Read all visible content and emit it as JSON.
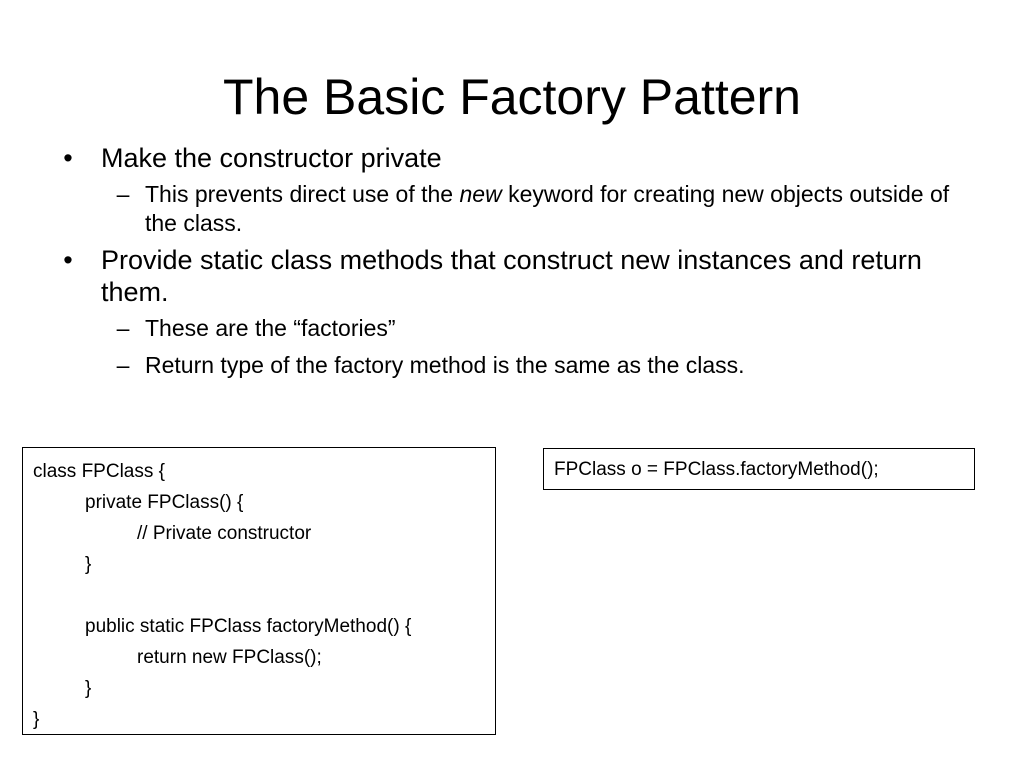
{
  "slide": {
    "title": "The Basic Factory Pattern",
    "bullets": [
      {
        "text": "Make the constructor private",
        "subs": [
          {
            "before": "This prevents direct use of the ",
            "emph": "new",
            "after": " keyword for creating new objects outside of the class."
          }
        ]
      },
      {
        "text": "Provide static class methods that construct new instances and return them.",
        "subs": [
          {
            "text": "These are the “factories”"
          },
          {
            "text": "Return type of the factory method is the same as the class."
          }
        ]
      }
    ],
    "bullet_mark": "•",
    "sub_mark": "–",
    "code_lines": [
      {
        "indent": 0,
        "text": "class FPClass {"
      },
      {
        "indent": 1,
        "text": "private FPClass() {"
      },
      {
        "indent": 2,
        "text": "// Private constructor"
      },
      {
        "indent": 1,
        "text": "}"
      },
      {
        "indent": 0,
        "text": ""
      },
      {
        "indent": 1,
        "text": "public static FPClass factoryMethod() {"
      },
      {
        "indent": 2,
        "text": "return new FPClass();"
      },
      {
        "indent": 1,
        "text": "}"
      },
      {
        "indent": 0,
        "text": "}"
      }
    ],
    "usage_code": "FPClass o = FPClass.factoryMethod();"
  }
}
